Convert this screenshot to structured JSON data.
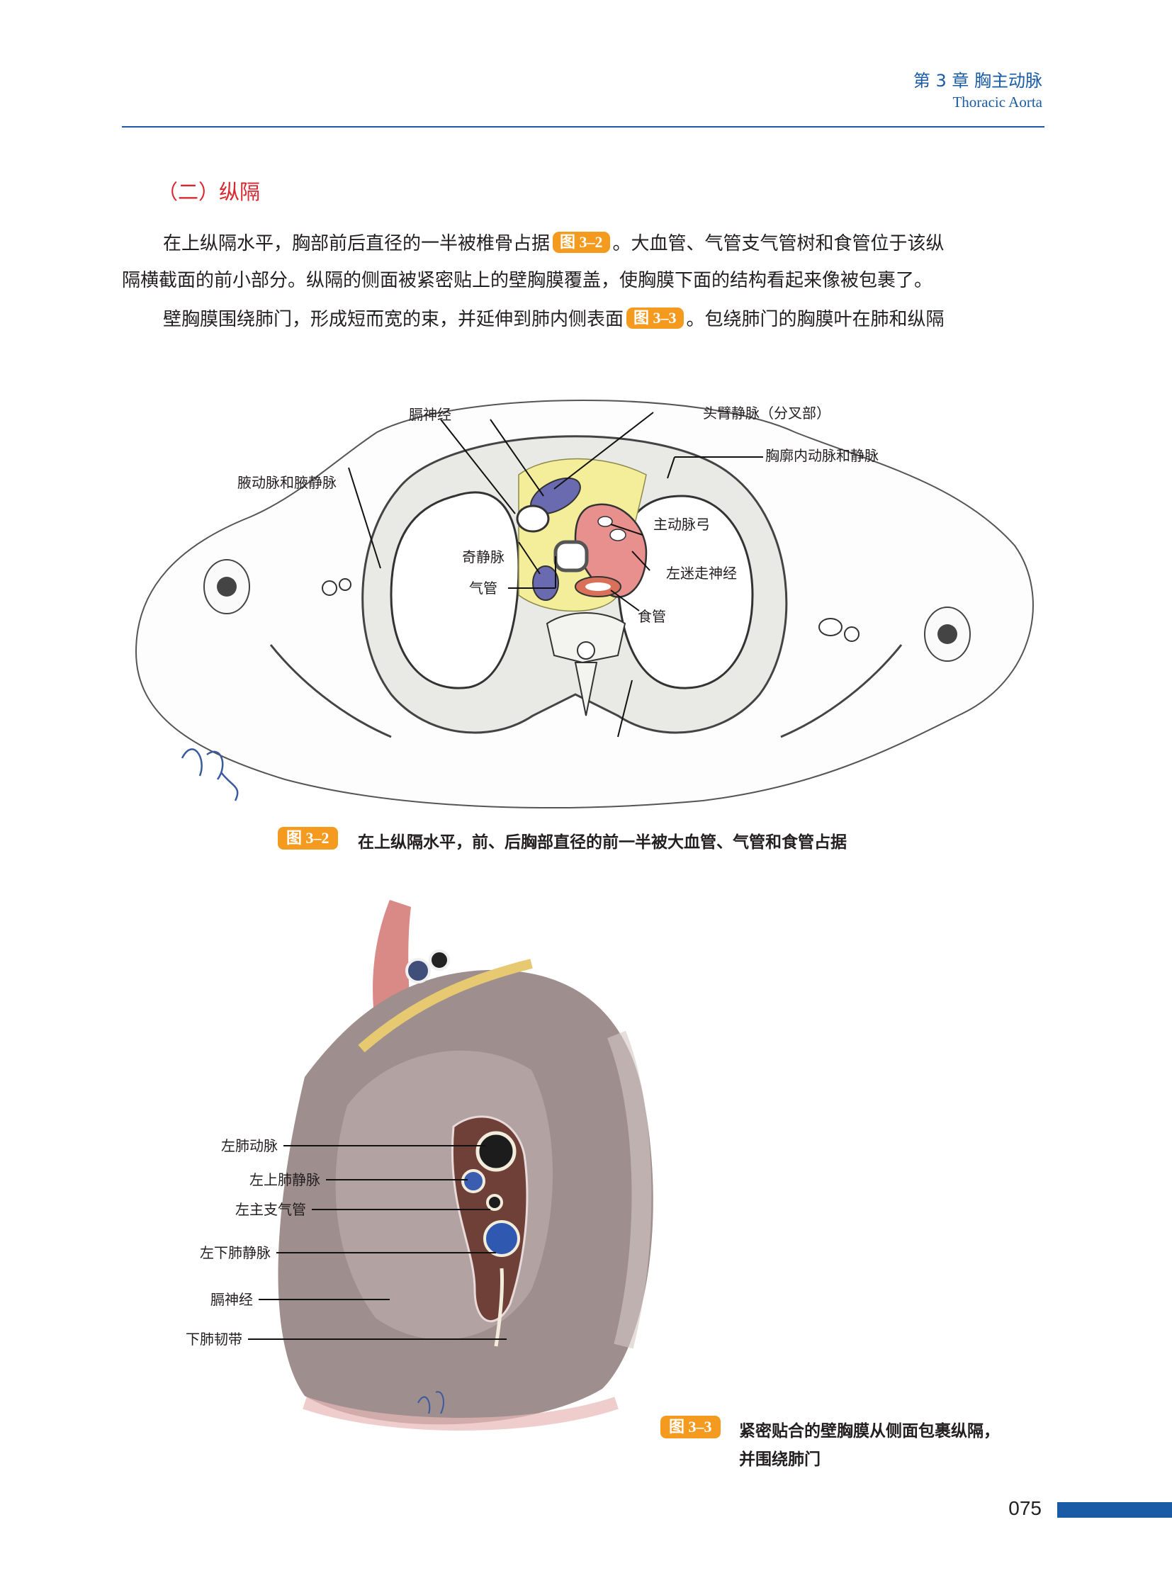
{
  "header": {
    "chapter": "第 3 章   胸主动脉",
    "chapter_en": "Thoracic Aorta"
  },
  "section": {
    "heading": "（二）纵隔"
  },
  "body": {
    "p1_a": "在上纵隔水平，胸部前后直径的一半被椎骨占据",
    "p1_ref": "图 3–2",
    "p1_b": "。大血管、气管支气管树和食管位于该纵",
    "p2": "隔横截面的前小部分。纵隔的侧面被紧密贴上的壁胸膜覆盖，使胸膜下面的结构看起来像被包裹了。",
    "p3_a": "壁胸膜围绕肺门，形成短而宽的束，并延伸到肺内侧表面",
    "p3_ref": "图 3–3",
    "p3_b": "。包绕肺门的胸膜叶在肺和纵隔"
  },
  "figure1": {
    "labels": {
      "phrenic": "膈神经",
      "brachio": "头臂静脉（分叉部）",
      "int_thoracic": "胸廓内动脉和静脉",
      "axillary": "腋动脉和腋静脉",
      "aortic_arch": "主动脉弓",
      "azygos": "奇静脉",
      "vagus": "左迷走神经",
      "trachea": "气管",
      "esophagus": "食管"
    },
    "caption_tag": "图 3–2",
    "caption": "在上纵隔水平，前、后胸部直径的前一半被大血管、气管和食管占据"
  },
  "figure2": {
    "labels": {
      "lpa": "左肺动脉",
      "lspv": "左上肺静脉",
      "lmb": "左主支气管",
      "lipv": "左下肺静脉",
      "phrenic": "膈神经",
      "ipl": "下肺韧带"
    },
    "caption_tag": "图 3–3",
    "caption_l1": "紧密贴合的壁胸膜从侧面包裹纵隔，",
    "caption_l2": "并围绕肺门"
  },
  "footer": {
    "page_number": "075"
  },
  "colors": {
    "accent_blue": "#1a5ba6",
    "heading_red": "#d7282f",
    "ref_orange": "#f39a1f"
  }
}
